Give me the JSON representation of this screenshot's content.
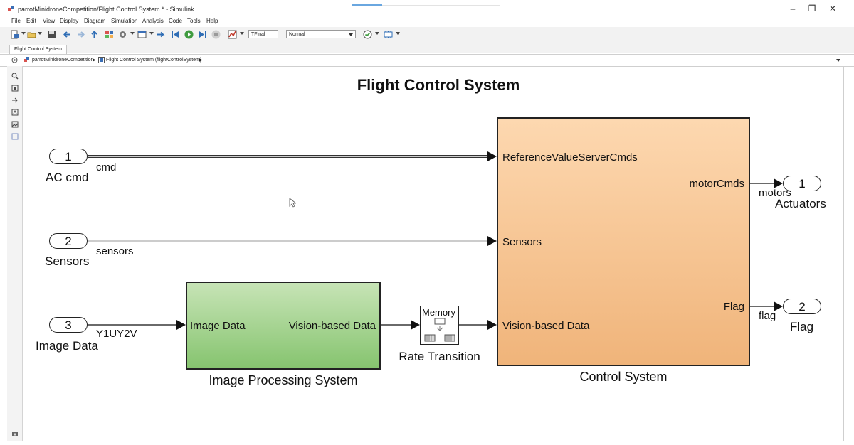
{
  "window": {
    "title": "parrotMinidroneCompetition/Flight Control System * - Simulink",
    "minimize": "–",
    "restore": "❐",
    "close": "✕"
  },
  "menu": [
    "File",
    "Edit",
    "View",
    "Display",
    "Diagram",
    "Simulation",
    "Analysis",
    "Code",
    "Tools",
    "Help"
  ],
  "toolbar": {
    "stop_time": "TFinal",
    "sim_mode": "Normal"
  },
  "tabs": [
    {
      "label": "Flight Control System"
    }
  ],
  "breadcrumb": [
    "parrotMinidroneCompetition",
    "Flight Control System (flightControlSystem)"
  ],
  "diagram": {
    "title": "Flight Control System",
    "inports": [
      {
        "number": "1",
        "name": "AC cmd",
        "signal": "cmd"
      },
      {
        "number": "2",
        "name": "Sensors",
        "signal": "sensors"
      },
      {
        "number": "3",
        "name": "Image Data",
        "signal": "Y1UY2V"
      }
    ],
    "outports": [
      {
        "number": "1",
        "name": "Actuators",
        "signal": "motors"
      },
      {
        "number": "2",
        "name": "Flag",
        "signal": "flag"
      }
    ],
    "control_system": {
      "title": "Control System",
      "inputs": [
        "ReferenceValueServerCmds",
        "Sensors",
        "Vision-based Data"
      ],
      "outputs": [
        "motorCmds",
        "Flag"
      ]
    },
    "image_processing": {
      "title": "Image Processing System",
      "input": "Image Data",
      "output": "Vision-based Data"
    },
    "rate_transition": {
      "title": "Rate Transition",
      "label": "Memory"
    }
  },
  "colors": {
    "control_fill_top": "#fdd8b0",
    "control_fill_bottom": "#f0b47a",
    "image_fill_top": "#c7e4b6",
    "image_fill_bottom": "#86c46f"
  },
  "icons": [
    "new-model-icon",
    "open-icon",
    "save-icon",
    "back-icon",
    "forward-icon",
    "up-icon",
    "library-browser-icon",
    "model-settings-icon",
    "explorer-icon",
    "step-back-icon",
    "run-icon",
    "step-forward-icon",
    "stop-icon",
    "data-inspector-icon",
    "model-advisor-icon",
    "build-icon"
  ]
}
